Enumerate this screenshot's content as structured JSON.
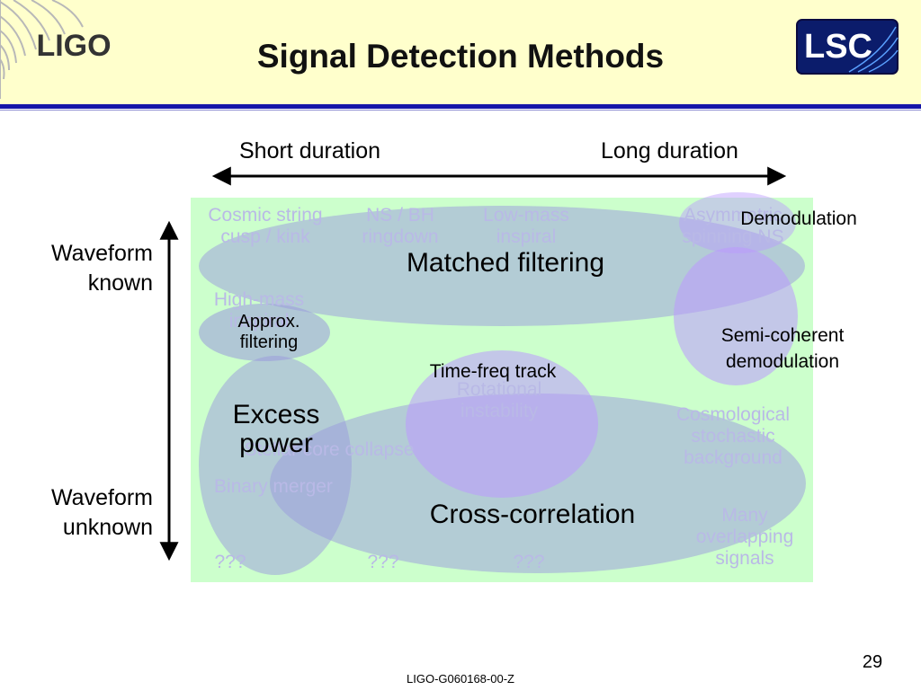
{
  "header": {
    "title": "Signal Detection Methods",
    "left_logo": "LIGO",
    "right_logo": "LSC"
  },
  "axes": {
    "short_duration": "Short duration",
    "long_duration": "Long duration",
    "waveform_known": [
      "Waveform",
      "known"
    ],
    "waveform_unknown": [
      "Waveform",
      "unknown"
    ]
  },
  "sources": {
    "cosmic_string": [
      "Cosmic string",
      "cusp / kink"
    ],
    "ns_bh": [
      "NS / BH",
      "ringdown"
    ],
    "low_mass": [
      "Low-mass",
      "inspiral"
    ],
    "asymmetric": [
      "Asymmetric",
      "spinning NS"
    ],
    "high_mass": [
      "High-mass",
      "inspiral"
    ],
    "rotational": [
      "Rotational",
      "instability"
    ],
    "cosmological": [
      "Cosmological",
      "stochastic",
      "background"
    ],
    "stellar_core": "Stellar core collapse",
    "binary_merger": "Binary merger",
    "many_overlapping": [
      "Many",
      "overlapping",
      "signals"
    ],
    "unknown_1": "???",
    "unknown_2": "???",
    "unknown_3": "???"
  },
  "methods": {
    "demodulation": "Demodulation",
    "matched_filtering": "Matched filtering",
    "approx_filtering": [
      "Approx.",
      "filtering"
    ],
    "semi_coherent": [
      "Semi-coherent",
      "demodulation"
    ],
    "time_freq": "Time-freq track",
    "excess_power": [
      "Excess",
      "power"
    ],
    "cross_correlation": "Cross-correlation"
  },
  "colors": {
    "header_bg": "#ffffcc",
    "header_rule": "#1515a8",
    "region_bg": "#ccffcc",
    "ellipse_fill": "#9999dd",
    "ellipse_highlight": "#bb99ff",
    "source_text": "#b9b9e6"
  },
  "footer": {
    "page_number": "29",
    "doc_id": "LIGO-G060168-00-Z"
  }
}
